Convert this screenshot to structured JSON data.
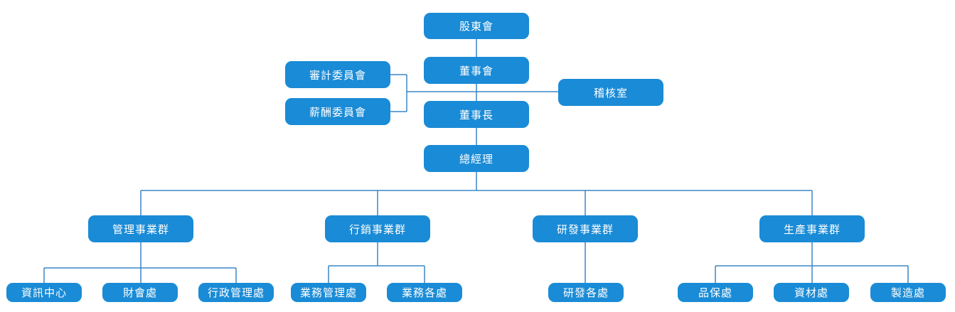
{
  "top": {
    "shareholders": "股東會",
    "board": "董事會",
    "chairman": "董事長",
    "president": "總經理"
  },
  "committees": {
    "audit": "審計委員會",
    "remuneration": "薪酬委員會"
  },
  "audit_office": "稽核室",
  "groups": {
    "management": "管理事業群",
    "marketing": "行銷事業群",
    "rnd": "研發事業群",
    "production": "生產事業群"
  },
  "units": {
    "info_center": "資訊中心",
    "finance": "財會處",
    "admin": "行政管理處",
    "business_mgmt": "業務管理處",
    "business_offices": "業務各處",
    "rnd_offices": "研發各處",
    "quality": "品保處",
    "materials": "資材處",
    "manufacturing": "製造處"
  },
  "colors": {
    "box": "#1a8bd6",
    "line": "#3a86c6",
    "text": "#ffffff"
  }
}
